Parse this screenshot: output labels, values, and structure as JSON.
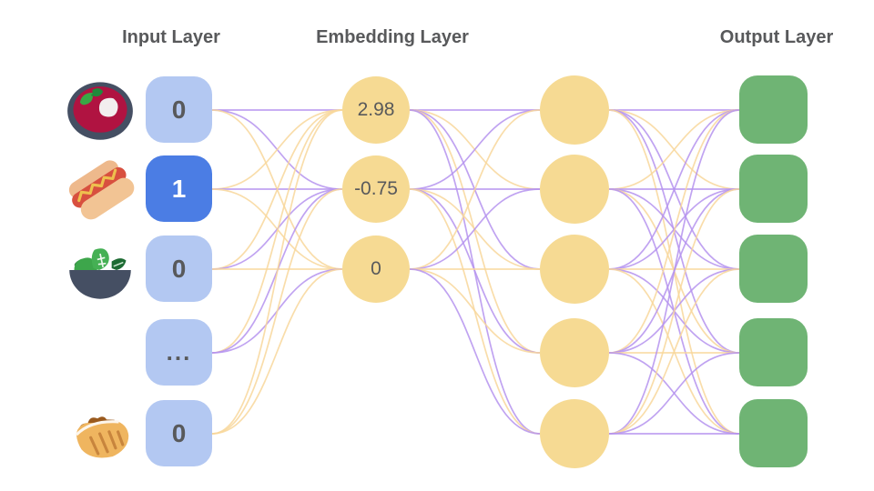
{
  "headers": {
    "input": "Input Layer",
    "embedding": "Embedding Layer",
    "output": "Output Layer"
  },
  "input_layer": {
    "nodes": [
      {
        "value": "0",
        "active": false,
        "icon": "borscht-icon"
      },
      {
        "value": "1",
        "active": true,
        "icon": "hot-dog-icon"
      },
      {
        "value": "0",
        "active": false,
        "icon": "green-salad-icon"
      },
      {
        "value": "...",
        "active": false,
        "icon": null
      },
      {
        "value": "0",
        "active": false,
        "icon": "stuffed-flatbread-icon"
      }
    ]
  },
  "embedding_layer": {
    "nodes": [
      {
        "value": "2.98"
      },
      {
        "value": "-0.75"
      },
      {
        "value": "0"
      }
    ]
  },
  "hidden_layer": {
    "node_count": 5
  },
  "output_layer": {
    "node_count": 5
  },
  "colors": {
    "input_node": "#b3c8f2",
    "input_node_active": "#4b7de4",
    "embedding_node": "#f6da93",
    "output_node": "#6fb474",
    "label_text": "#58595b",
    "edge_purple": "#b593ee",
    "edge_yellow": "#f8d79b"
  },
  "edges": {
    "input_to_embedding": [
      "p",
      "p",
      "y",
      "y",
      "p",
      "y",
      "y",
      "p",
      "y",
      "y",
      "p",
      "p",
      "y",
      "y",
      "y"
    ],
    "embedding_to_hidden": [
      "p",
      "y",
      "p",
      "y",
      "p",
      "p",
      "p",
      "y",
      "p",
      "y",
      "y",
      "p",
      "y",
      "y",
      "p"
    ],
    "hidden_to_output": [
      "p",
      "y",
      "p",
      "p",
      "y",
      "y",
      "p",
      "p",
      "y",
      "p",
      "p",
      "p",
      "y",
      "p",
      "y",
      "y",
      "p",
      "p",
      "y",
      "p",
      "p",
      "y",
      "y",
      "p",
      "p"
    ]
  }
}
